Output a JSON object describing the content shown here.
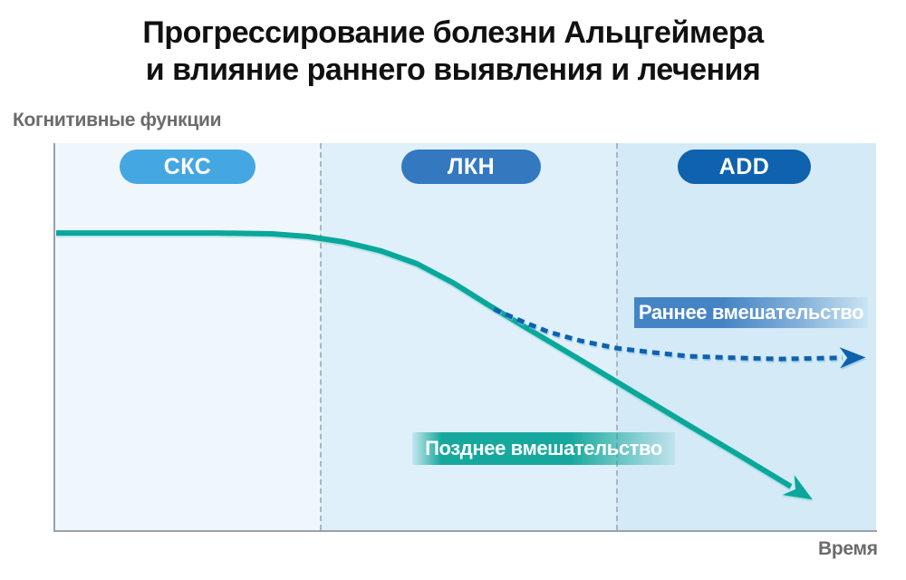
{
  "title": {
    "line1": "Прогрессирование болезни Альцгеймера",
    "line2": "и влияние раннего выявления и лечения"
  },
  "y_axis_label": "Когнитивные функции",
  "x_axis_label": "Время",
  "stages": [
    {
      "label": "СКС",
      "pill_color": "#45a7e1",
      "band_color": "#eff7fc"
    },
    {
      "label": "ЛКН",
      "pill_color": "#3478c0",
      "band_color": "#dff0fa"
    },
    {
      "label": "ADD",
      "pill_color": "#0e62ae",
      "band_color": "#d4eaf6"
    }
  ],
  "annotations": {
    "early": {
      "label": "Раннее вмешательство",
      "color": "#4584c4"
    },
    "late": {
      "label": "Позднее вмешательство",
      "color": "#17a89d"
    }
  },
  "colors": {
    "late_curve": "#0aa79b",
    "early_curve": "#0e61ad",
    "axis": "#9aa1a8",
    "divider": "#aab6c0",
    "label_text": "#6b6b6b",
    "title_text": "#111111"
  },
  "chart_data": {
    "type": "line",
    "title": "Прогрессирование болезни Альцгеймера и влияние раннего выявления и лечения",
    "xlabel": "Время",
    "ylabel": "Когнитивные функции",
    "x_range": [
      0,
      100
    ],
    "y_range": [
      0,
      100
    ],
    "grid": false,
    "legend_position": "inline-labels",
    "stage_bands": [
      {
        "label": "СКС",
        "x_start": 0,
        "x_end": 32.3
      },
      {
        "label": "ЛКН",
        "x_start": 32.3,
        "x_end": 68.4
      },
      {
        "label": "ADD",
        "x_start": 68.4,
        "x_end": 100
      }
    ],
    "series": [
      {
        "name": "Позднее вмешательство",
        "style": "solid",
        "color": "#0aa79b",
        "arrow_end": true,
        "points": [
          [
            0,
            76.9
          ],
          [
            9.7,
            76.9
          ],
          [
            19.7,
            76.9
          ],
          [
            26.3,
            76.7
          ],
          [
            30.7,
            76.0
          ],
          [
            35.1,
            74.6
          ],
          [
            39.6,
            72.3
          ],
          [
            44.0,
            69.0
          ],
          [
            48.4,
            64.1
          ],
          [
            52.8,
            58.3
          ],
          [
            57.2,
            52.7
          ],
          [
            63.9,
            44.3
          ],
          [
            70.5,
            35.9
          ],
          [
            77.1,
            27.5
          ],
          [
            83.8,
            19.1
          ],
          [
            89.6,
            11.7
          ]
        ]
      },
      {
        "name": "Раннее вмешательство",
        "style": "dotted",
        "color": "#0e61ad",
        "arrow_end": true,
        "points": [
          [
            53.4,
            57.3
          ],
          [
            56.7,
            54.3
          ],
          [
            60.0,
            51.5
          ],
          [
            63.9,
            49.2
          ],
          [
            68.3,
            47.3
          ],
          [
            72.7,
            46.2
          ],
          [
            77.1,
            45.2
          ],
          [
            82.7,
            44.8
          ],
          [
            88.2,
            44.5
          ],
          [
            95.9,
            44.8
          ]
        ]
      }
    ]
  }
}
